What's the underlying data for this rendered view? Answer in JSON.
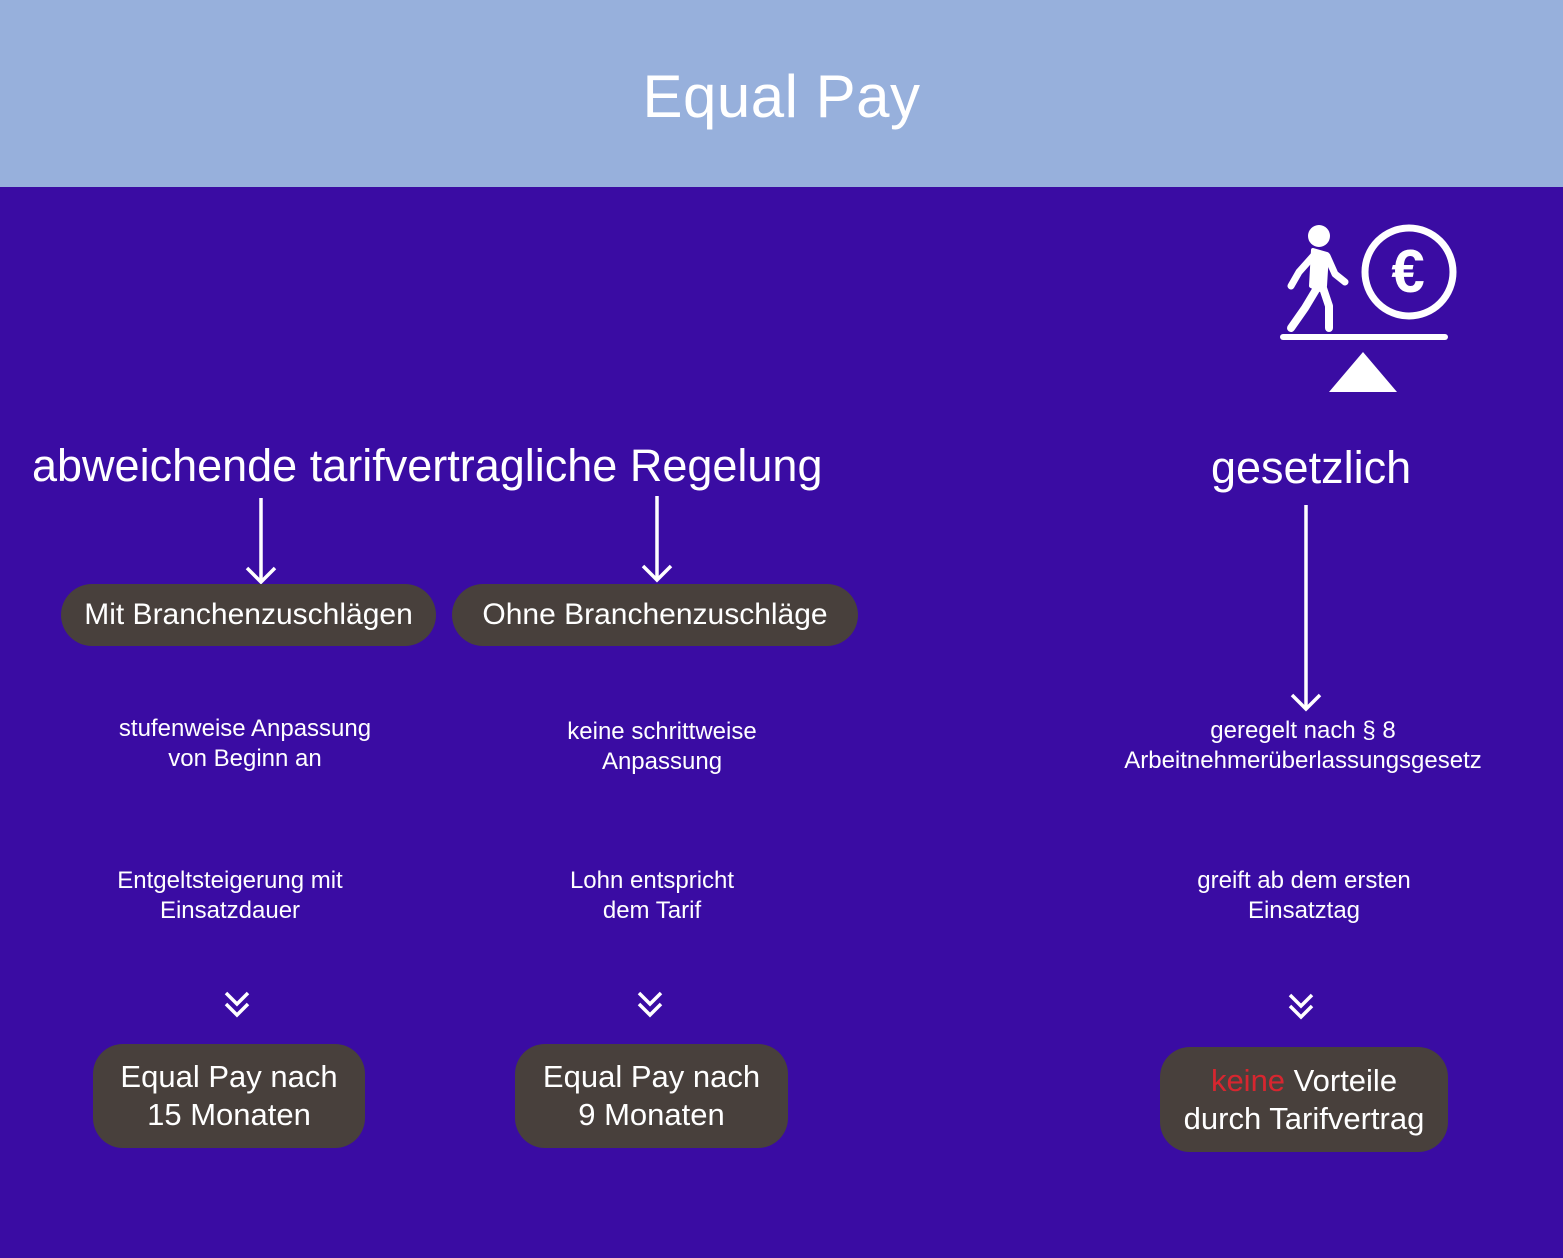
{
  "title": "Equal Pay",
  "colors": {
    "header_bg": "#97b0dc",
    "main_bg": "#3a0ca3",
    "box_bg": "#48403c",
    "accent": "#d7262f",
    "text": "#ffffff"
  },
  "icon": {
    "name": "worker-euro-balance-icon",
    "symbol": "€"
  },
  "left": {
    "heading": "abweichende tarifvertragliche Regelung",
    "col1": {
      "pill": "Mit Branchenzuschlägen",
      "text1": [
        "stufenweise Anpassung",
        "von Beginn an"
      ],
      "text2": [
        "Entgeltsteigerung mit",
        "Einsatzdauer"
      ],
      "result": [
        "Equal Pay nach",
        "15 Monaten"
      ]
    },
    "col2": {
      "pill": "Ohne Branchenzuschläge",
      "text1": [
        "keine schrittweise",
        "Anpassung"
      ],
      "text2": [
        "Lohn entspricht",
        "dem Tarif"
      ],
      "result": [
        "Equal Pay nach",
        "9 Monaten"
      ]
    }
  },
  "right": {
    "heading": "gesetzlich",
    "text1": [
      "geregelt nach § 8",
      "Arbeitnehmerüberlassungsgesetz"
    ],
    "text2": [
      "greift ab dem ersten",
      "Einsatztag"
    ],
    "result": {
      "accent_word": "keine",
      "line1_rest": " Vorteile",
      "line2": "durch Tarifvertrag"
    }
  }
}
